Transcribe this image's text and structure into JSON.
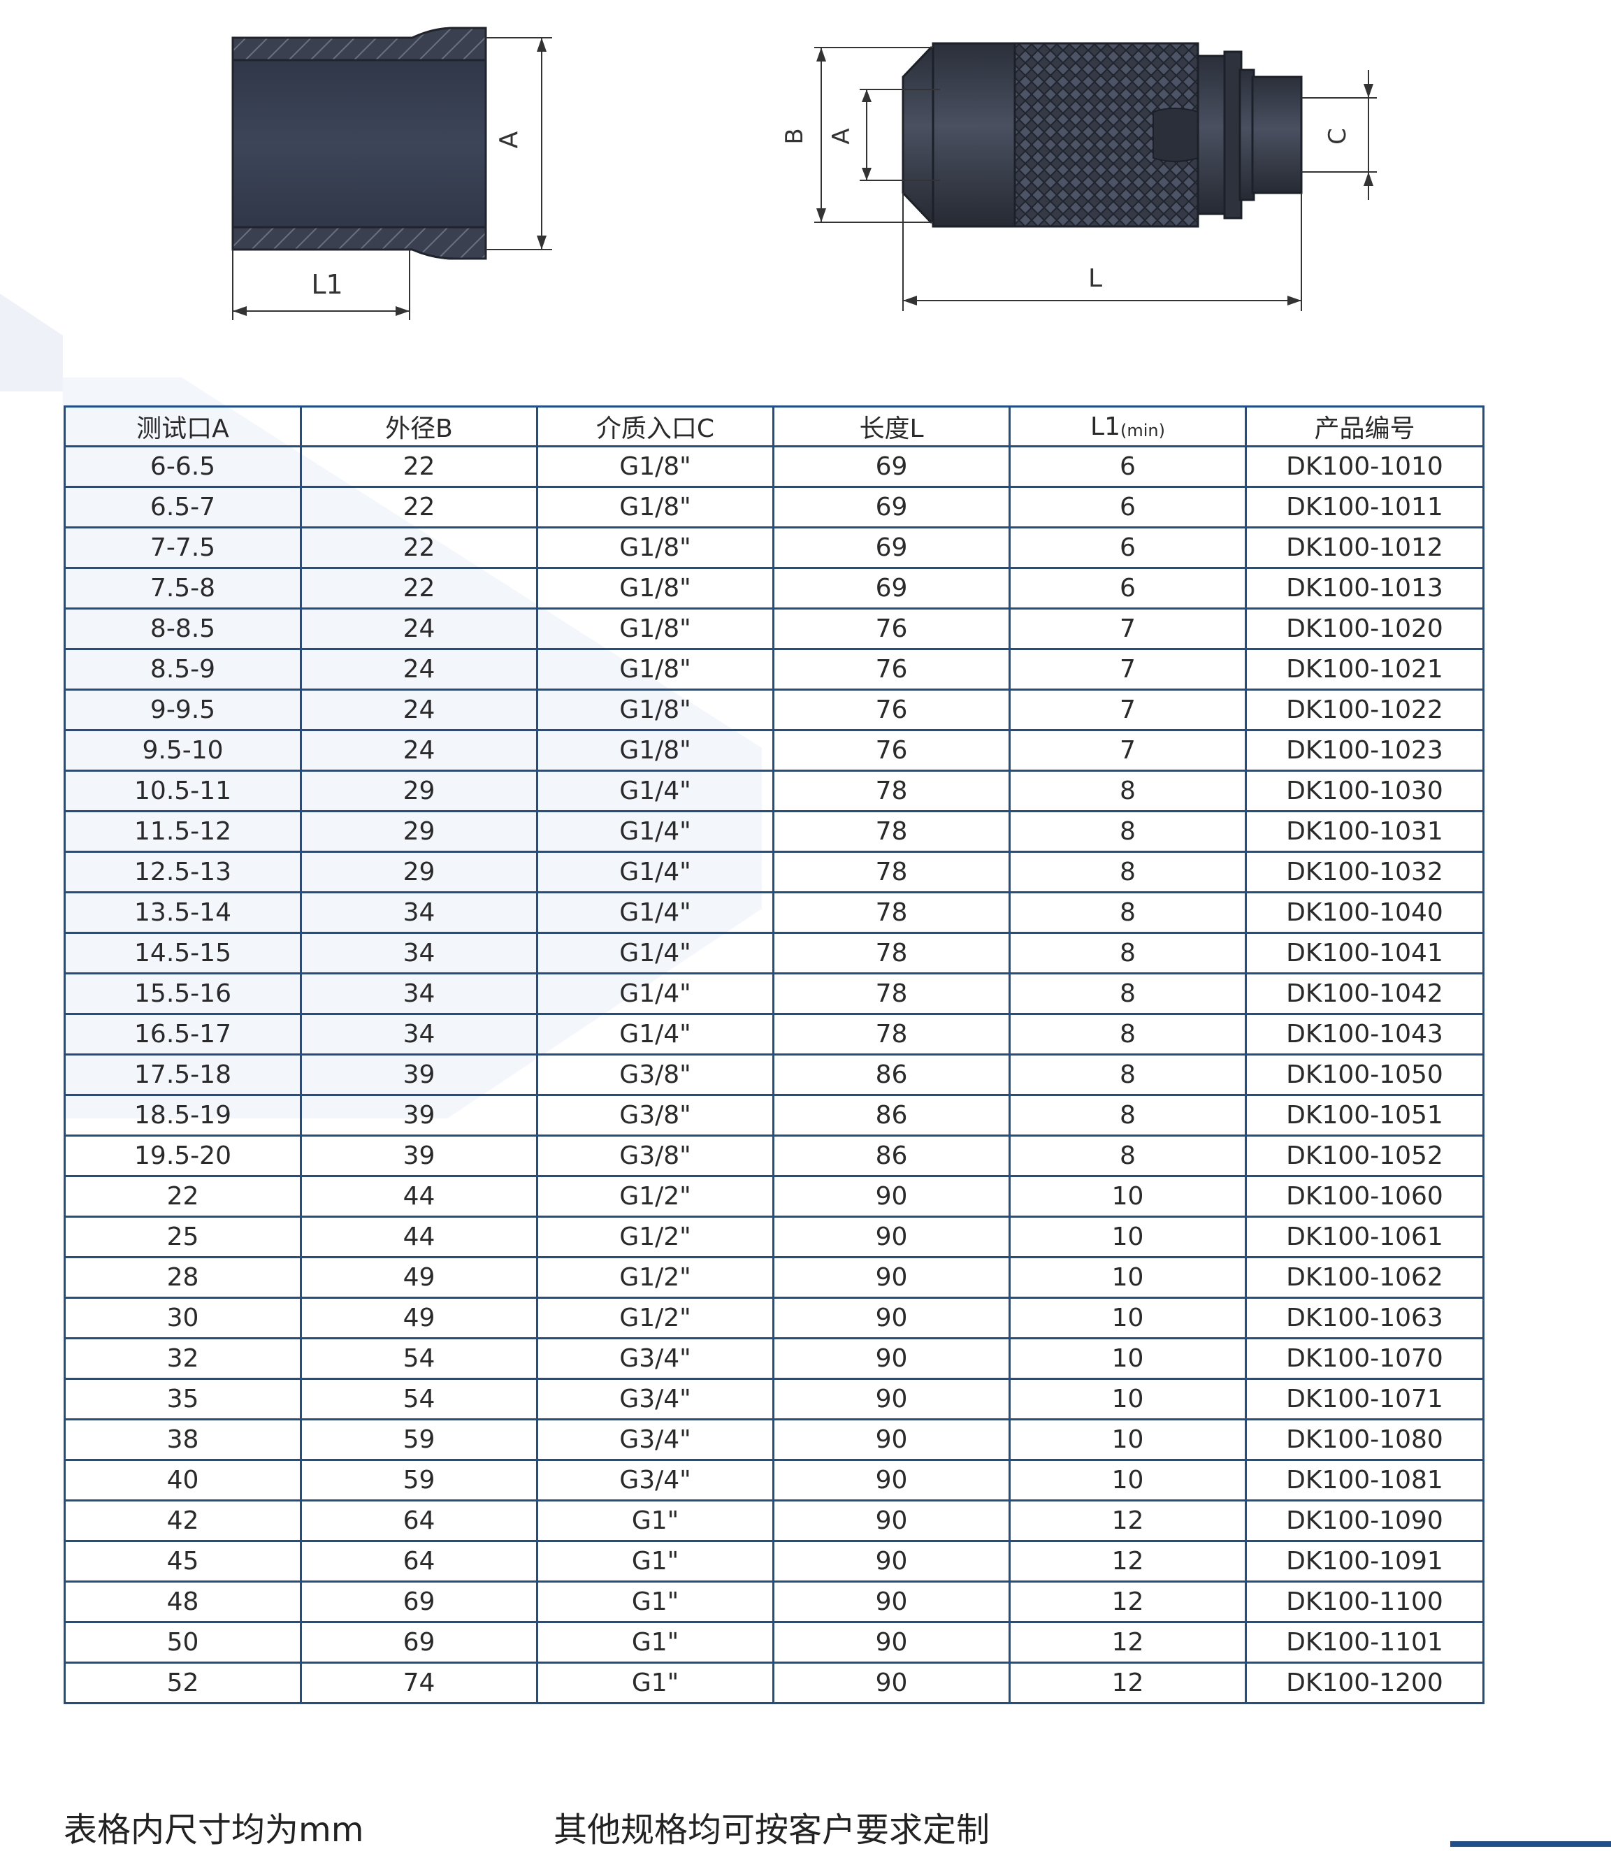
{
  "drawings": {
    "sleeve_labels": {
      "diameter": "A",
      "length": "L1"
    },
    "connector_labels": {
      "outer": "B",
      "inner": "A",
      "inlet": "C",
      "length": "L"
    }
  },
  "table": {
    "headers": [
      "测试口A",
      "外径B",
      "介质入口C",
      "长度L",
      "L1",
      "产品编号"
    ],
    "header_sub": "(min)",
    "rows": [
      [
        "6-6.5",
        "22",
        "G1/8\"",
        "69",
        "6",
        "DK100-1010"
      ],
      [
        "6.5-7",
        "22",
        "G1/8\"",
        "69",
        "6",
        "DK100-1011"
      ],
      [
        "7-7.5",
        "22",
        "G1/8\"",
        "69",
        "6",
        "DK100-1012"
      ],
      [
        "7.5-8",
        "22",
        "G1/8\"",
        "69",
        "6",
        "DK100-1013"
      ],
      [
        "8-8.5",
        "24",
        "G1/8\"",
        "76",
        "7",
        "DK100-1020"
      ],
      [
        "8.5-9",
        "24",
        "G1/8\"",
        "76",
        "7",
        "DK100-1021"
      ],
      [
        "9-9.5",
        "24",
        "G1/8\"",
        "76",
        "7",
        "DK100-1022"
      ],
      [
        "9.5-10",
        "24",
        "G1/8\"",
        "76",
        "7",
        "DK100-1023"
      ],
      [
        "10.5-11",
        "29",
        "G1/4\"",
        "78",
        "8",
        "DK100-1030"
      ],
      [
        "11.5-12",
        "29",
        "G1/4\"",
        "78",
        "8",
        "DK100-1031"
      ],
      [
        "12.5-13",
        "29",
        "G1/4\"",
        "78",
        "8",
        "DK100-1032"
      ],
      [
        "13.5-14",
        "34",
        "G1/4\"",
        "78",
        "8",
        "DK100-1040"
      ],
      [
        "14.5-15",
        "34",
        "G1/4\"",
        "78",
        "8",
        "DK100-1041"
      ],
      [
        "15.5-16",
        "34",
        "G1/4\"",
        "78",
        "8",
        "DK100-1042"
      ],
      [
        "16.5-17",
        "34",
        "G1/4\"",
        "78",
        "8",
        "DK100-1043"
      ],
      [
        "17.5-18",
        "39",
        "G3/8\"",
        "86",
        "8",
        "DK100-1050"
      ],
      [
        "18.5-19",
        "39",
        "G3/8\"",
        "86",
        "8",
        "DK100-1051"
      ],
      [
        "19.5-20",
        "39",
        "G3/8\"",
        "86",
        "8",
        "DK100-1052"
      ],
      [
        "22",
        "44",
        "G1/2\"",
        "90",
        "10",
        "DK100-1060"
      ],
      [
        "25",
        "44",
        "G1/2\"",
        "90",
        "10",
        "DK100-1061"
      ],
      [
        "28",
        "49",
        "G1/2\"",
        "90",
        "10",
        "DK100-1062"
      ],
      [
        "30",
        "49",
        "G1/2\"",
        "90",
        "10",
        "DK100-1063"
      ],
      [
        "32",
        "54",
        "G3/4\"",
        "90",
        "10",
        "DK100-1070"
      ],
      [
        "35",
        "54",
        "G3/4\"",
        "90",
        "10",
        "DK100-1071"
      ],
      [
        "38",
        "59",
        "G3/4\"",
        "90",
        "10",
        "DK100-1080"
      ],
      [
        "40",
        "59",
        "G3/4\"",
        "90",
        "10",
        "DK100-1081"
      ],
      [
        "42",
        "64",
        "G1\"",
        "90",
        "12",
        "DK100-1090"
      ],
      [
        "45",
        "64",
        "G1\"",
        "90",
        "12",
        "DK100-1091"
      ],
      [
        "48",
        "69",
        "G1\"",
        "90",
        "12",
        "DK100-1100"
      ],
      [
        "50",
        "69",
        "G1\"",
        "90",
        "12",
        "DK100-1101"
      ],
      [
        "52",
        "74",
        "G1\"",
        "90",
        "12",
        "DK100-1200"
      ]
    ]
  },
  "footer": {
    "units_note": "表格内尺寸均为mm",
    "custom_note": "其他规格均可按客户要求定制"
  },
  "colors": {
    "table_border": "#1f4e8c",
    "background_shape": "#eef2f8",
    "part_dark": "#2f3440"
  }
}
